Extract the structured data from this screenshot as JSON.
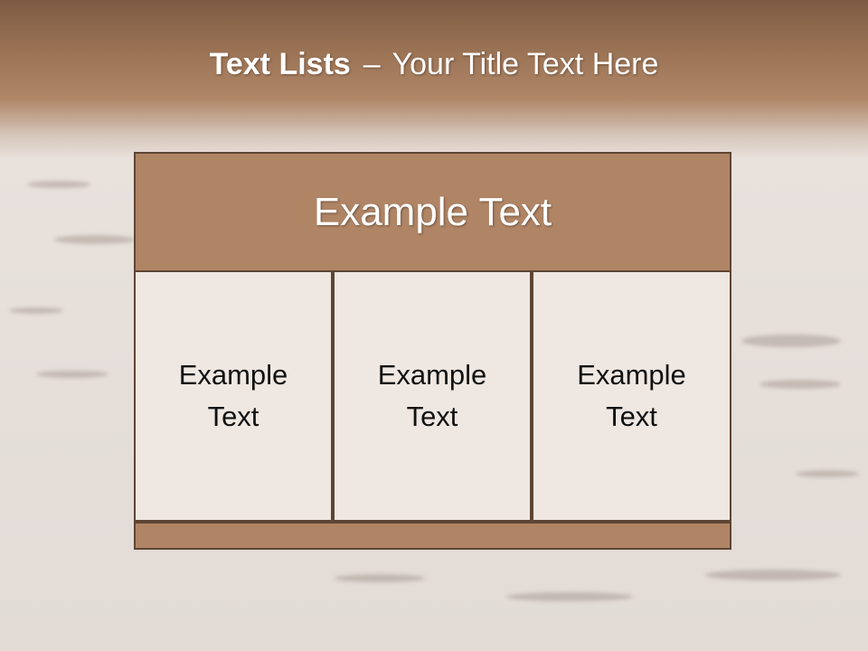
{
  "slide": {
    "title_bold": "Text Lists",
    "title_separator": "–",
    "title_rest": "Your Title Text Here",
    "header_text": "Example Text",
    "columns": [
      {
        "text": "Example Text"
      },
      {
        "text": "Example Text"
      },
      {
        "text": "Example Text"
      }
    ]
  },
  "colors": {
    "accent_brown": "#b08566",
    "border_brown": "#5e4534",
    "cell_fill": "#efe7e1",
    "title_text": "#ffffff"
  }
}
